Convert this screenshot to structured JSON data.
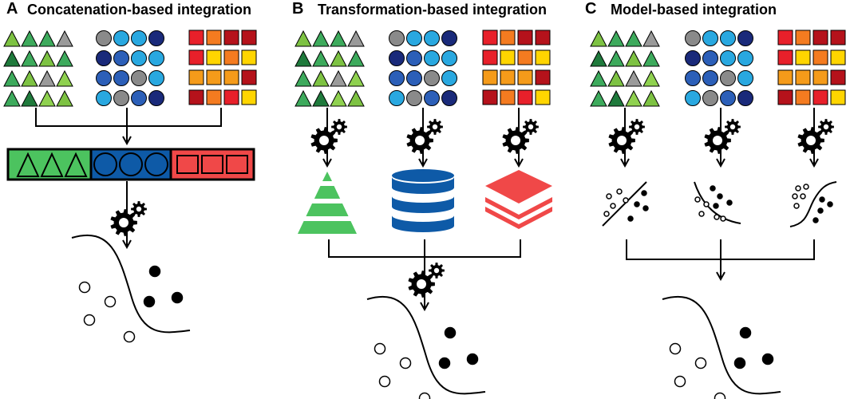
{
  "panels": [
    {
      "letter": "A",
      "title": "Concatenation-based integration"
    },
    {
      "letter": "B",
      "title": "Transformation-based integration"
    },
    {
      "letter": "C",
      "title": "Model-based integration"
    }
  ],
  "icons": {
    "input_shapes": [
      "triangle-icon",
      "circle-icon",
      "square-icon"
    ],
    "process": "gear-icon",
    "transformed": [
      "pyramid-icon",
      "database-icon",
      "stacked-layers-icon"
    ],
    "model": "scatter-boundary-icon"
  },
  "colors": {
    "triangles": [
      "#7dc242",
      "#3daa5c",
      "#1f7a3c",
      "#9a9a9a",
      "#8fd14f"
    ],
    "circles": [
      "#1a2a7a",
      "#2c5fb8",
      "#29a8e0",
      "#8a8a8a"
    ],
    "squares": [
      "#e8202a",
      "#f47b20",
      "#ffd500",
      "#b5121b",
      "#f59b1a"
    ],
    "concat_green": "#4cc35f",
    "concat_blue": "#0e5aa7",
    "concat_red": "#f04848",
    "pyramid_green": "#4cc35f",
    "database_blue": "#0e5aa7",
    "layers_red": "#f04848"
  }
}
